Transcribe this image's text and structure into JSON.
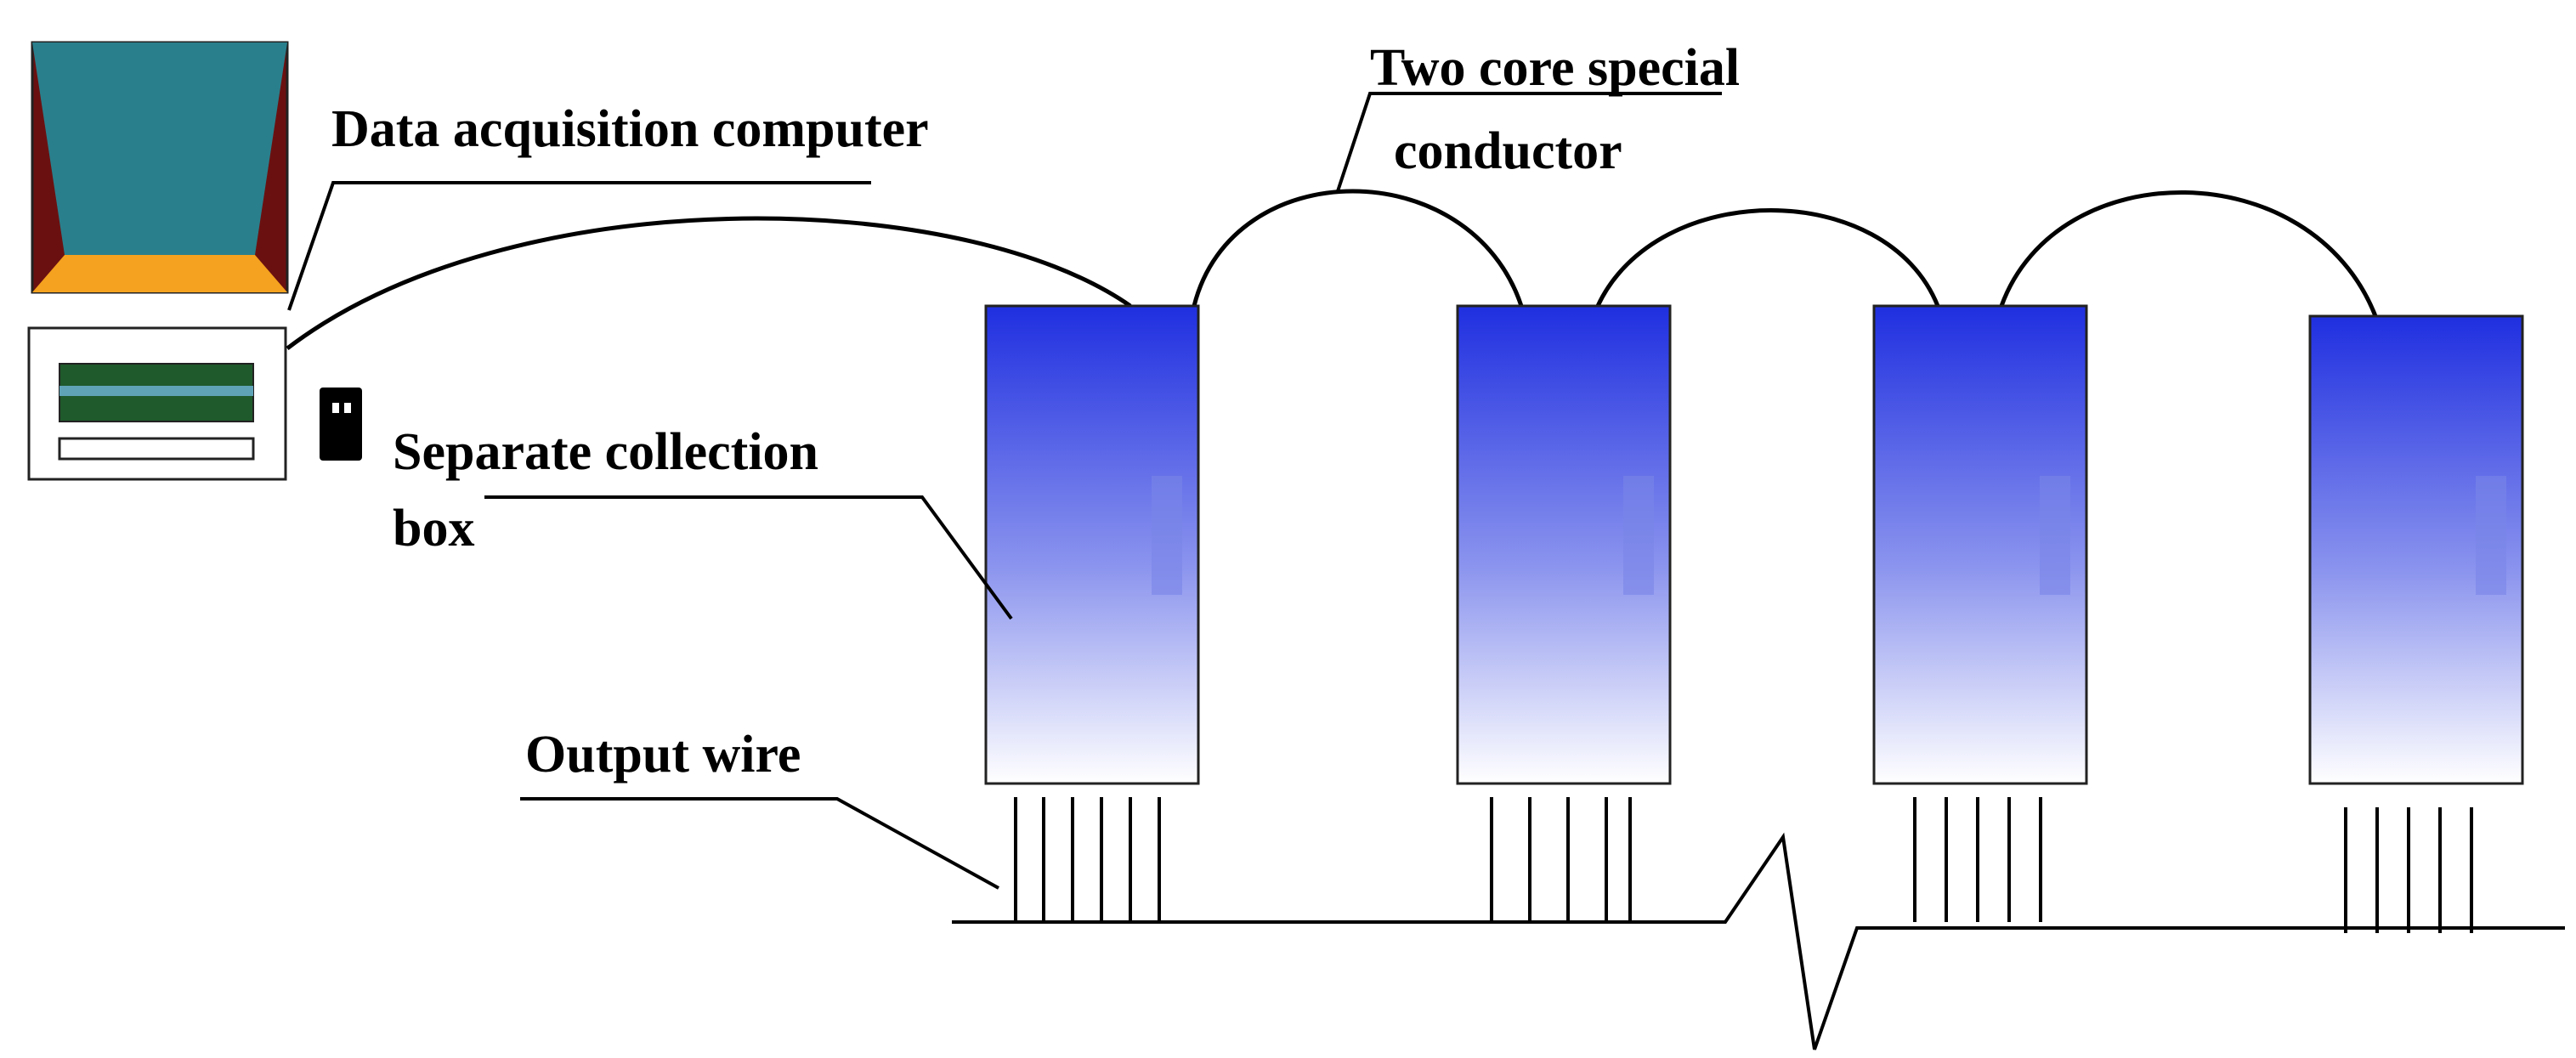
{
  "labels": {
    "computer": "Data acquisition computer",
    "conductor_line1": "Two core special",
    "conductor_line2": "conductor",
    "box_line1": "Separate collection",
    "box_line2": "box",
    "output": "Output wire"
  },
  "colors": {
    "monitor_screen": "#2a7f8c",
    "monitor_side": "#6b1010",
    "monitor_base": "#f4a21f",
    "box_top": "#1f2fe0",
    "box_bottom": "#ffffff",
    "drive_bar": "#1f5a2c",
    "line": "#000000"
  },
  "collection_box_count": 4
}
